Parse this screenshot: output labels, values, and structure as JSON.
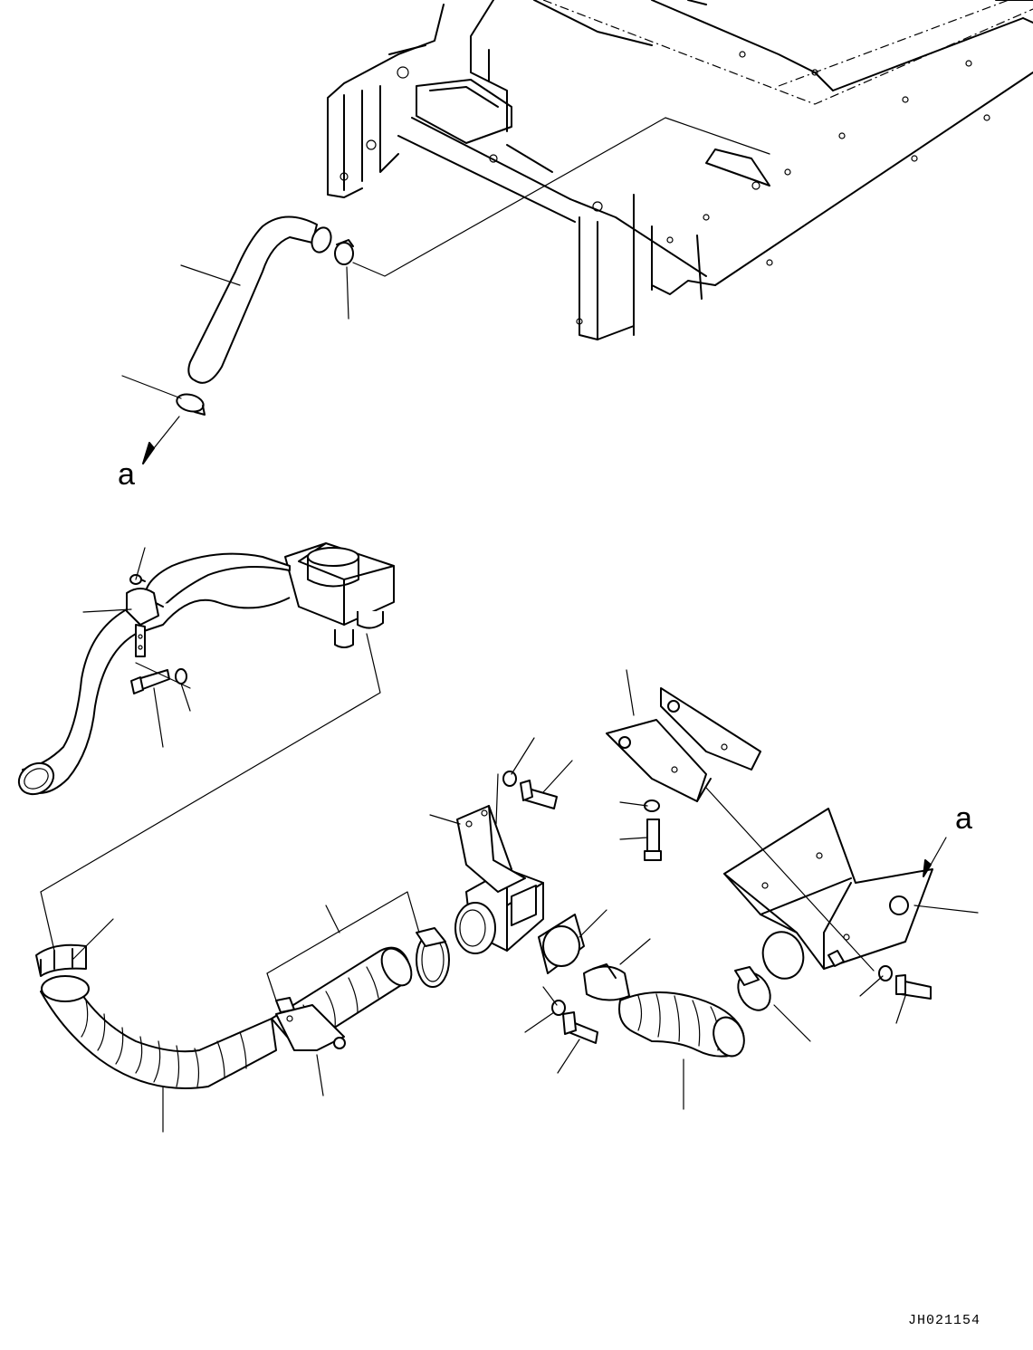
{
  "diagram": {
    "callout_letter_top": "a",
    "callout_letter_right": "a",
    "drawing_code": "JH021154"
  }
}
